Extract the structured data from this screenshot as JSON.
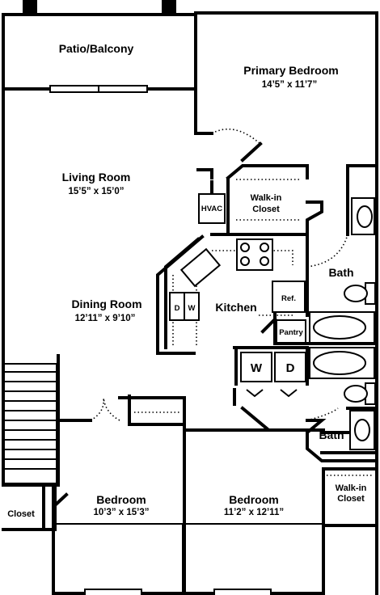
{
  "rooms": {
    "patio": {
      "name": "Patio/Balcony"
    },
    "primary_bedroom": {
      "name": "Primary Bedroom",
      "dims": "14’5” x 11’7”"
    },
    "living_room": {
      "name": "Living Room",
      "dims": "15’5” x 15’0”"
    },
    "walkin_closet_1": {
      "line1": "Walk-in",
      "line2": "Closet"
    },
    "hvac": {
      "name": "HVAC"
    },
    "bath_1": {
      "name": "Bath"
    },
    "dining_room": {
      "name": "Dining Room",
      "dims": "12’11” x 9’10”"
    },
    "kitchen": {
      "name": "Kitchen"
    },
    "refrigerator": {
      "name": "Ref."
    },
    "pantry": {
      "name": "Pantry"
    },
    "dishwasher": {
      "letter1": "D",
      "letter2": "W"
    },
    "washer": {
      "name": "W"
    },
    "dryer": {
      "name": "D"
    },
    "bath_2": {
      "name": "Bath"
    },
    "bedroom_left": {
      "name": "Bedroom",
      "dims": "10’3” x 15’3”"
    },
    "bedroom_right": {
      "name": "Bedroom",
      "dims": "11’2” x 12’11”"
    },
    "walkin_closet_2": {
      "line1": "Walk-in",
      "line2": "Closet"
    },
    "closet": {
      "name": "Closet"
    }
  }
}
